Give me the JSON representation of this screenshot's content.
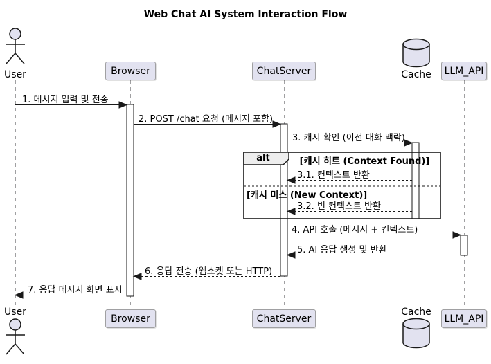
{
  "title": "Web Chat AI System Interaction Flow",
  "participants": {
    "user": "User",
    "browser": "Browser",
    "chatserver": "ChatServer",
    "cache": "Cache",
    "llm_api": "LLM_API"
  },
  "messages": {
    "m1": "1. 메시지 입력 및 전송",
    "m2": "2. POST /chat 요청 (메시지 포함)",
    "m3": "3. 캐시 확인 (이전 대화 맥락)",
    "m3_1": "3.1. 컨텍스트 반환",
    "m3_2": "3.2. 빈 컨텍스트 반환",
    "m4": "4. API 호출 (메시지 + 컨텍스트)",
    "m5": "5. AI 응답 생성 및 반환",
    "m6": "6. 응답 전송 (웹소켓 또는 HTTP)",
    "m7": "7. 응답 메시지 화면 표시"
  },
  "alt_block": {
    "operator": "alt",
    "guard_hit": "[캐시 히트 (Context Found)]",
    "guard_miss": "[캐시 미스 (New Context)]"
  },
  "colors": {
    "participant_fill": "#E2E2F0",
    "participant_border": "#A0A0A2",
    "line": "#191919",
    "lifeline": "#A0A0A2",
    "frame_border": "#191919",
    "operator_fill": "#EEEEEE",
    "background": "#FFFFFF"
  }
}
